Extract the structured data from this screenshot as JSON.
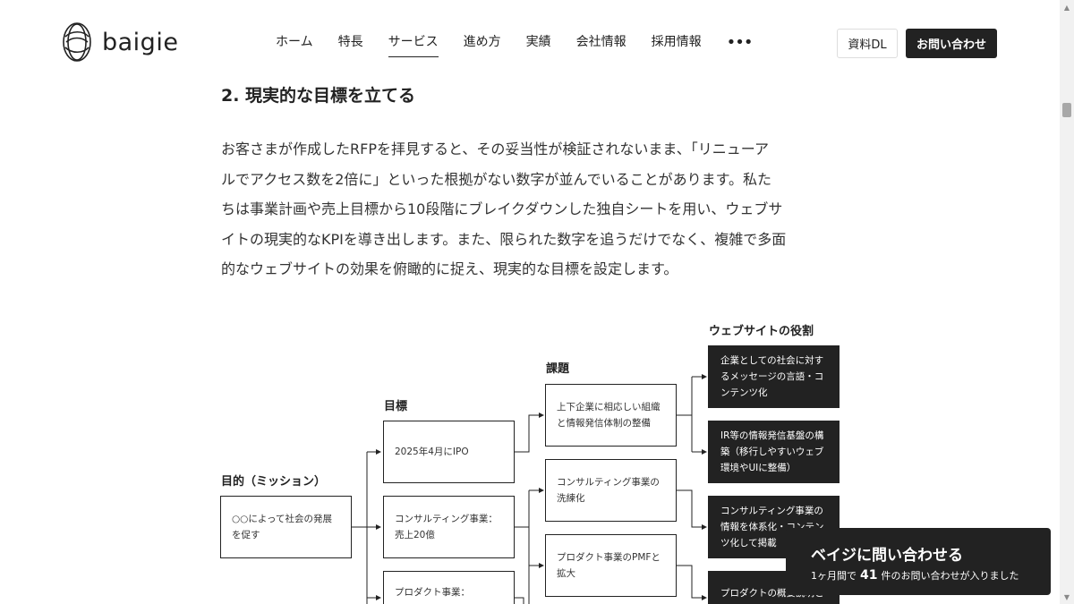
{
  "header": {
    "logo_text": "baigie",
    "nav": [
      "ホーム",
      "特長",
      "サービス",
      "進め方",
      "実績",
      "会社情報",
      "採用情報"
    ],
    "active_nav": "サービス",
    "more_label": "•••",
    "download_label": "資料DL",
    "contact_label": "お問い合わせ"
  },
  "article": {
    "heading": "2. 現実的な目標を立てる",
    "lines": [
      "お客さまが作成したRFPを拝見すると、その妥当性が検証されないまま、「リニューア",
      "ルでアクセス数を2倍に」といった根拠がない数字が並んでいることがあります。私た",
      "ちは事業計画や売上目標から10段階にブレイクダウンした独自シートを用い、ウェブサ",
      "イトの現実的なKPIを導き出します。また、限られた数字を追うだけでなく、複雑で多面",
      "的なウェブサイトの効果を俯瞰的に捉え、現実的な目標を設定します。"
    ]
  },
  "diagram": {
    "mission_title": "目的（ミッション）",
    "mission_line1": "○○によって社会の発展",
    "mission_line2": "を促す",
    "goals_title": "目標",
    "goals": [
      {
        "line1": "2025年4月にIPO",
        "line2": ""
      },
      {
        "line1": "コンサルティング事業：",
        "line2": "売上20億"
      },
      {
        "line1": "プロダクト事業：",
        "line2": ""
      }
    ],
    "issues_title": "課題",
    "issues": [
      {
        "line1": "上下企業に相応しい組織",
        "line2": "と情報発信体制の整備"
      },
      {
        "line1": "コンサルティング事業の",
        "line2": "洗練化"
      },
      {
        "line1": "プロダクト事業のPMFと",
        "line2": "拡大"
      }
    ],
    "roles_title": "ウェブサイトの役割",
    "roles": [
      {
        "line1": "企業としての社会に対す",
        "line2": "るメッセージの言語・コ",
        "line3": "ンテンツ化"
      },
      {
        "line1": "IR等の情報発信基盤の構",
        "line2": "築（移行しやすいウェブ",
        "line3": "環境やUIに整備）"
      },
      {
        "line1": "コンサルティング事業の",
        "line2": "情報を体系化・コンテン",
        "line3": "ツ化して掲載"
      },
      {
        "line1": "プロダクトの概要説明と",
        "line2": "",
        "line3": ""
      }
    ]
  },
  "popup": {
    "title": "ベイジに問い合わせる",
    "prefix": "1ヶ月間で",
    "count": "41",
    "suffix": "件のお問い合わせが入りました"
  }
}
